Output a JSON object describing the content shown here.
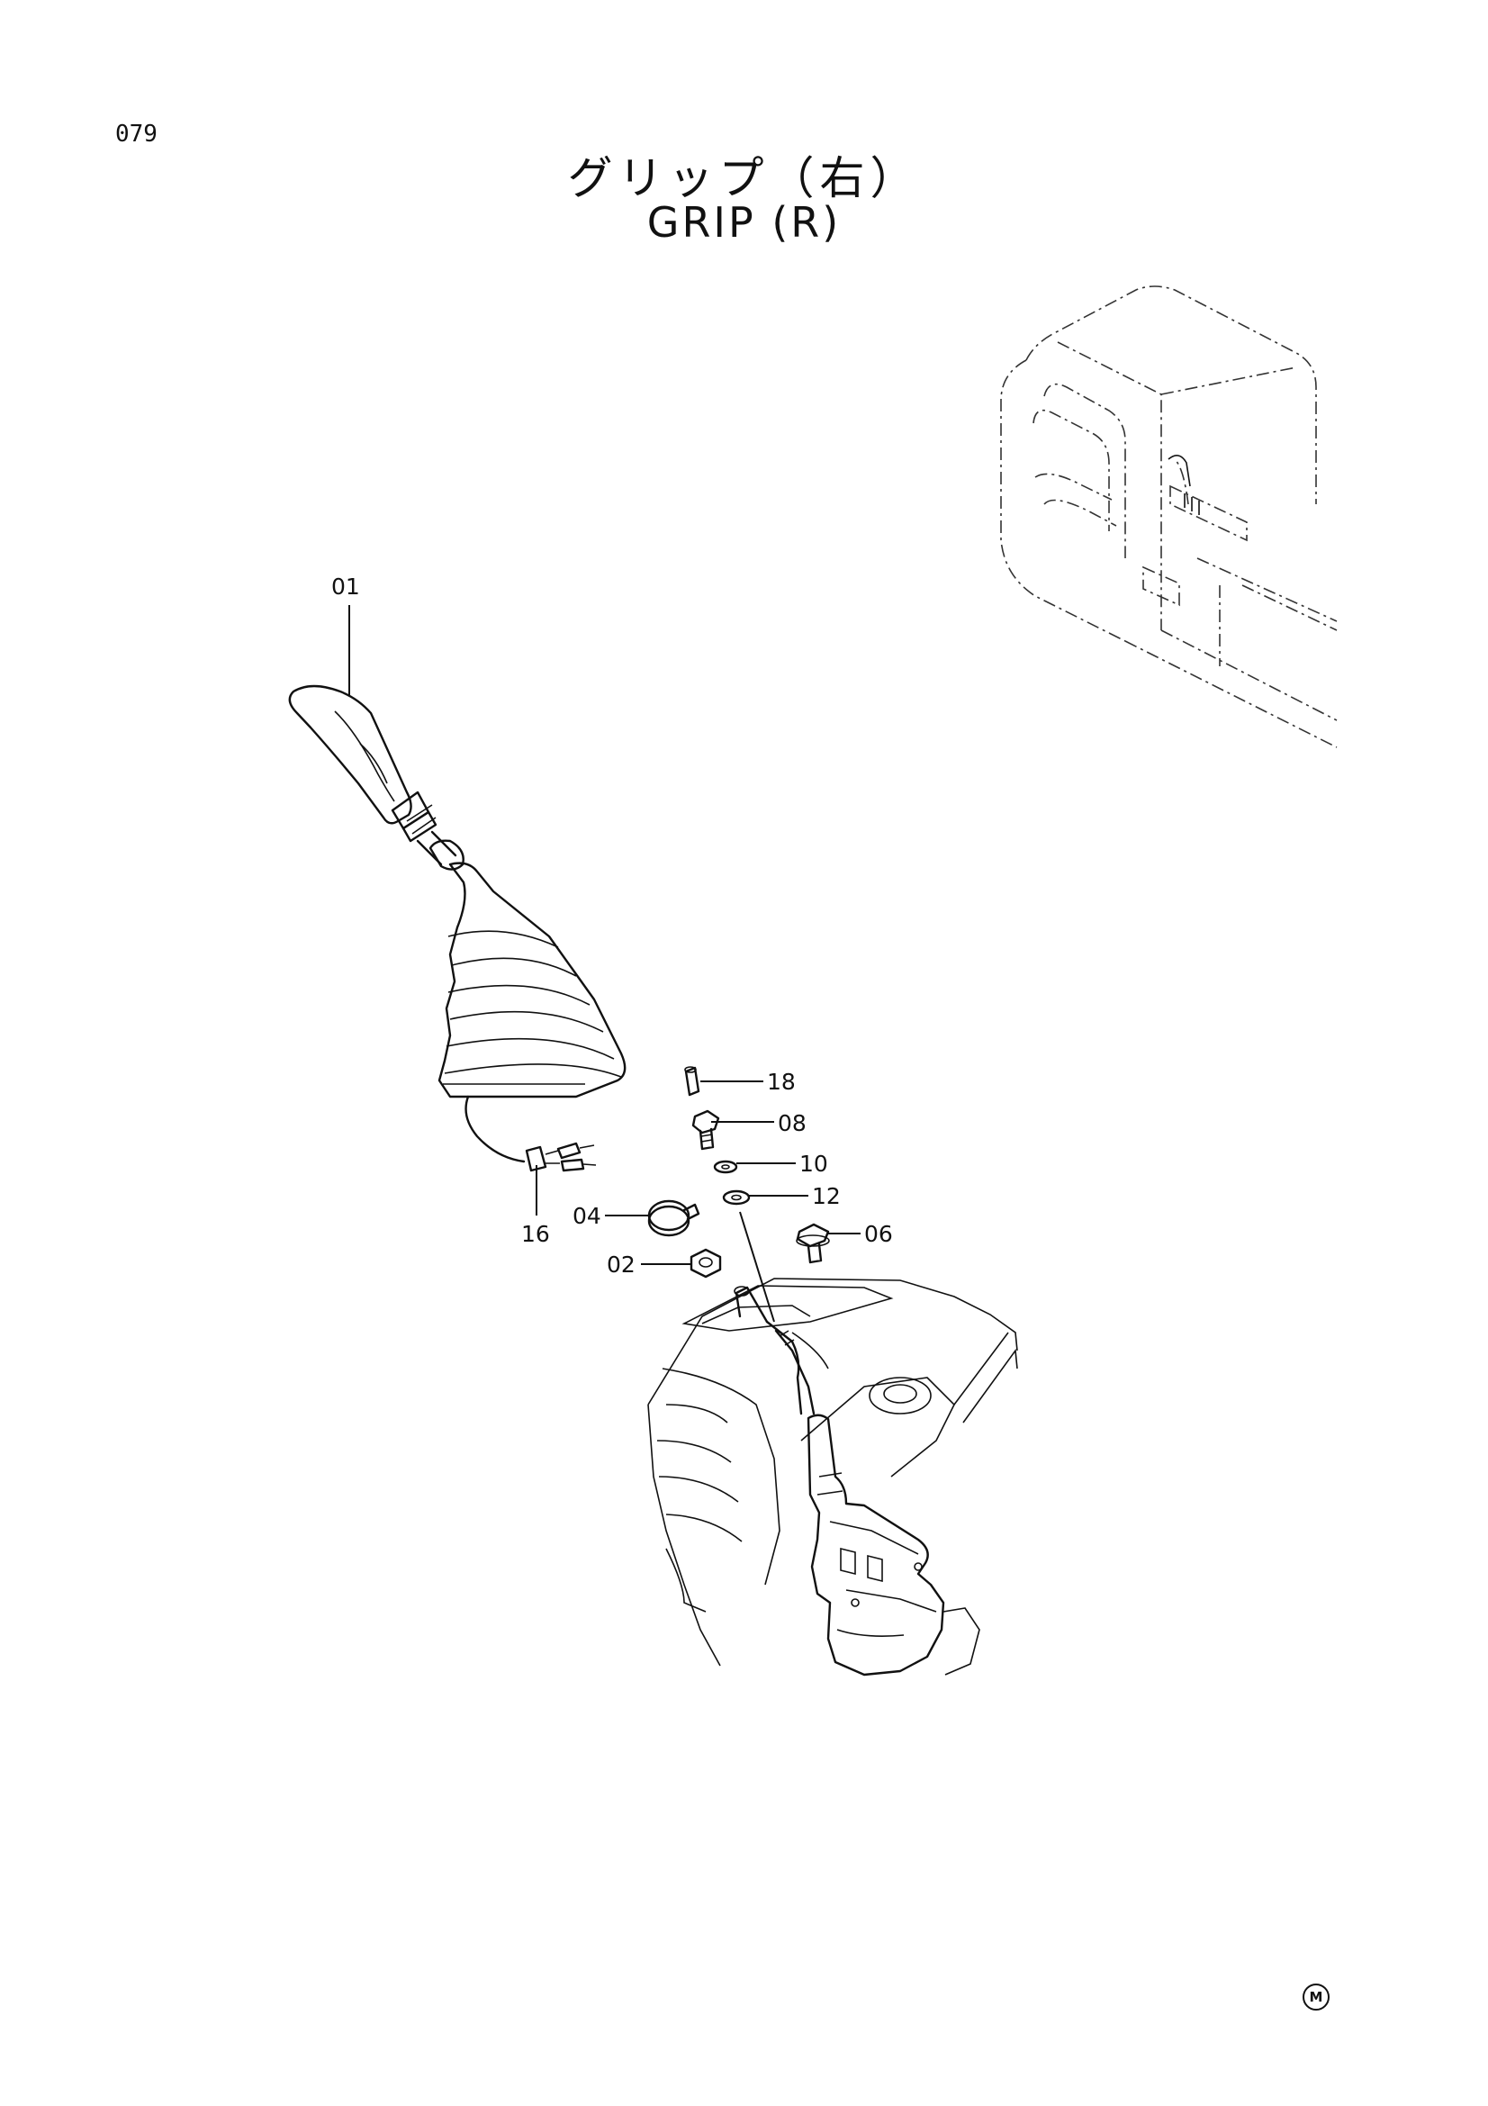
{
  "page": {
    "number": "079"
  },
  "title": {
    "japanese": "グリップ（右）",
    "english": "GRIP (R)"
  },
  "mark": "M",
  "callouts": [
    "01",
    "18",
    "08",
    "10",
    "12",
    "16",
    "04",
    "06",
    "02"
  ]
}
